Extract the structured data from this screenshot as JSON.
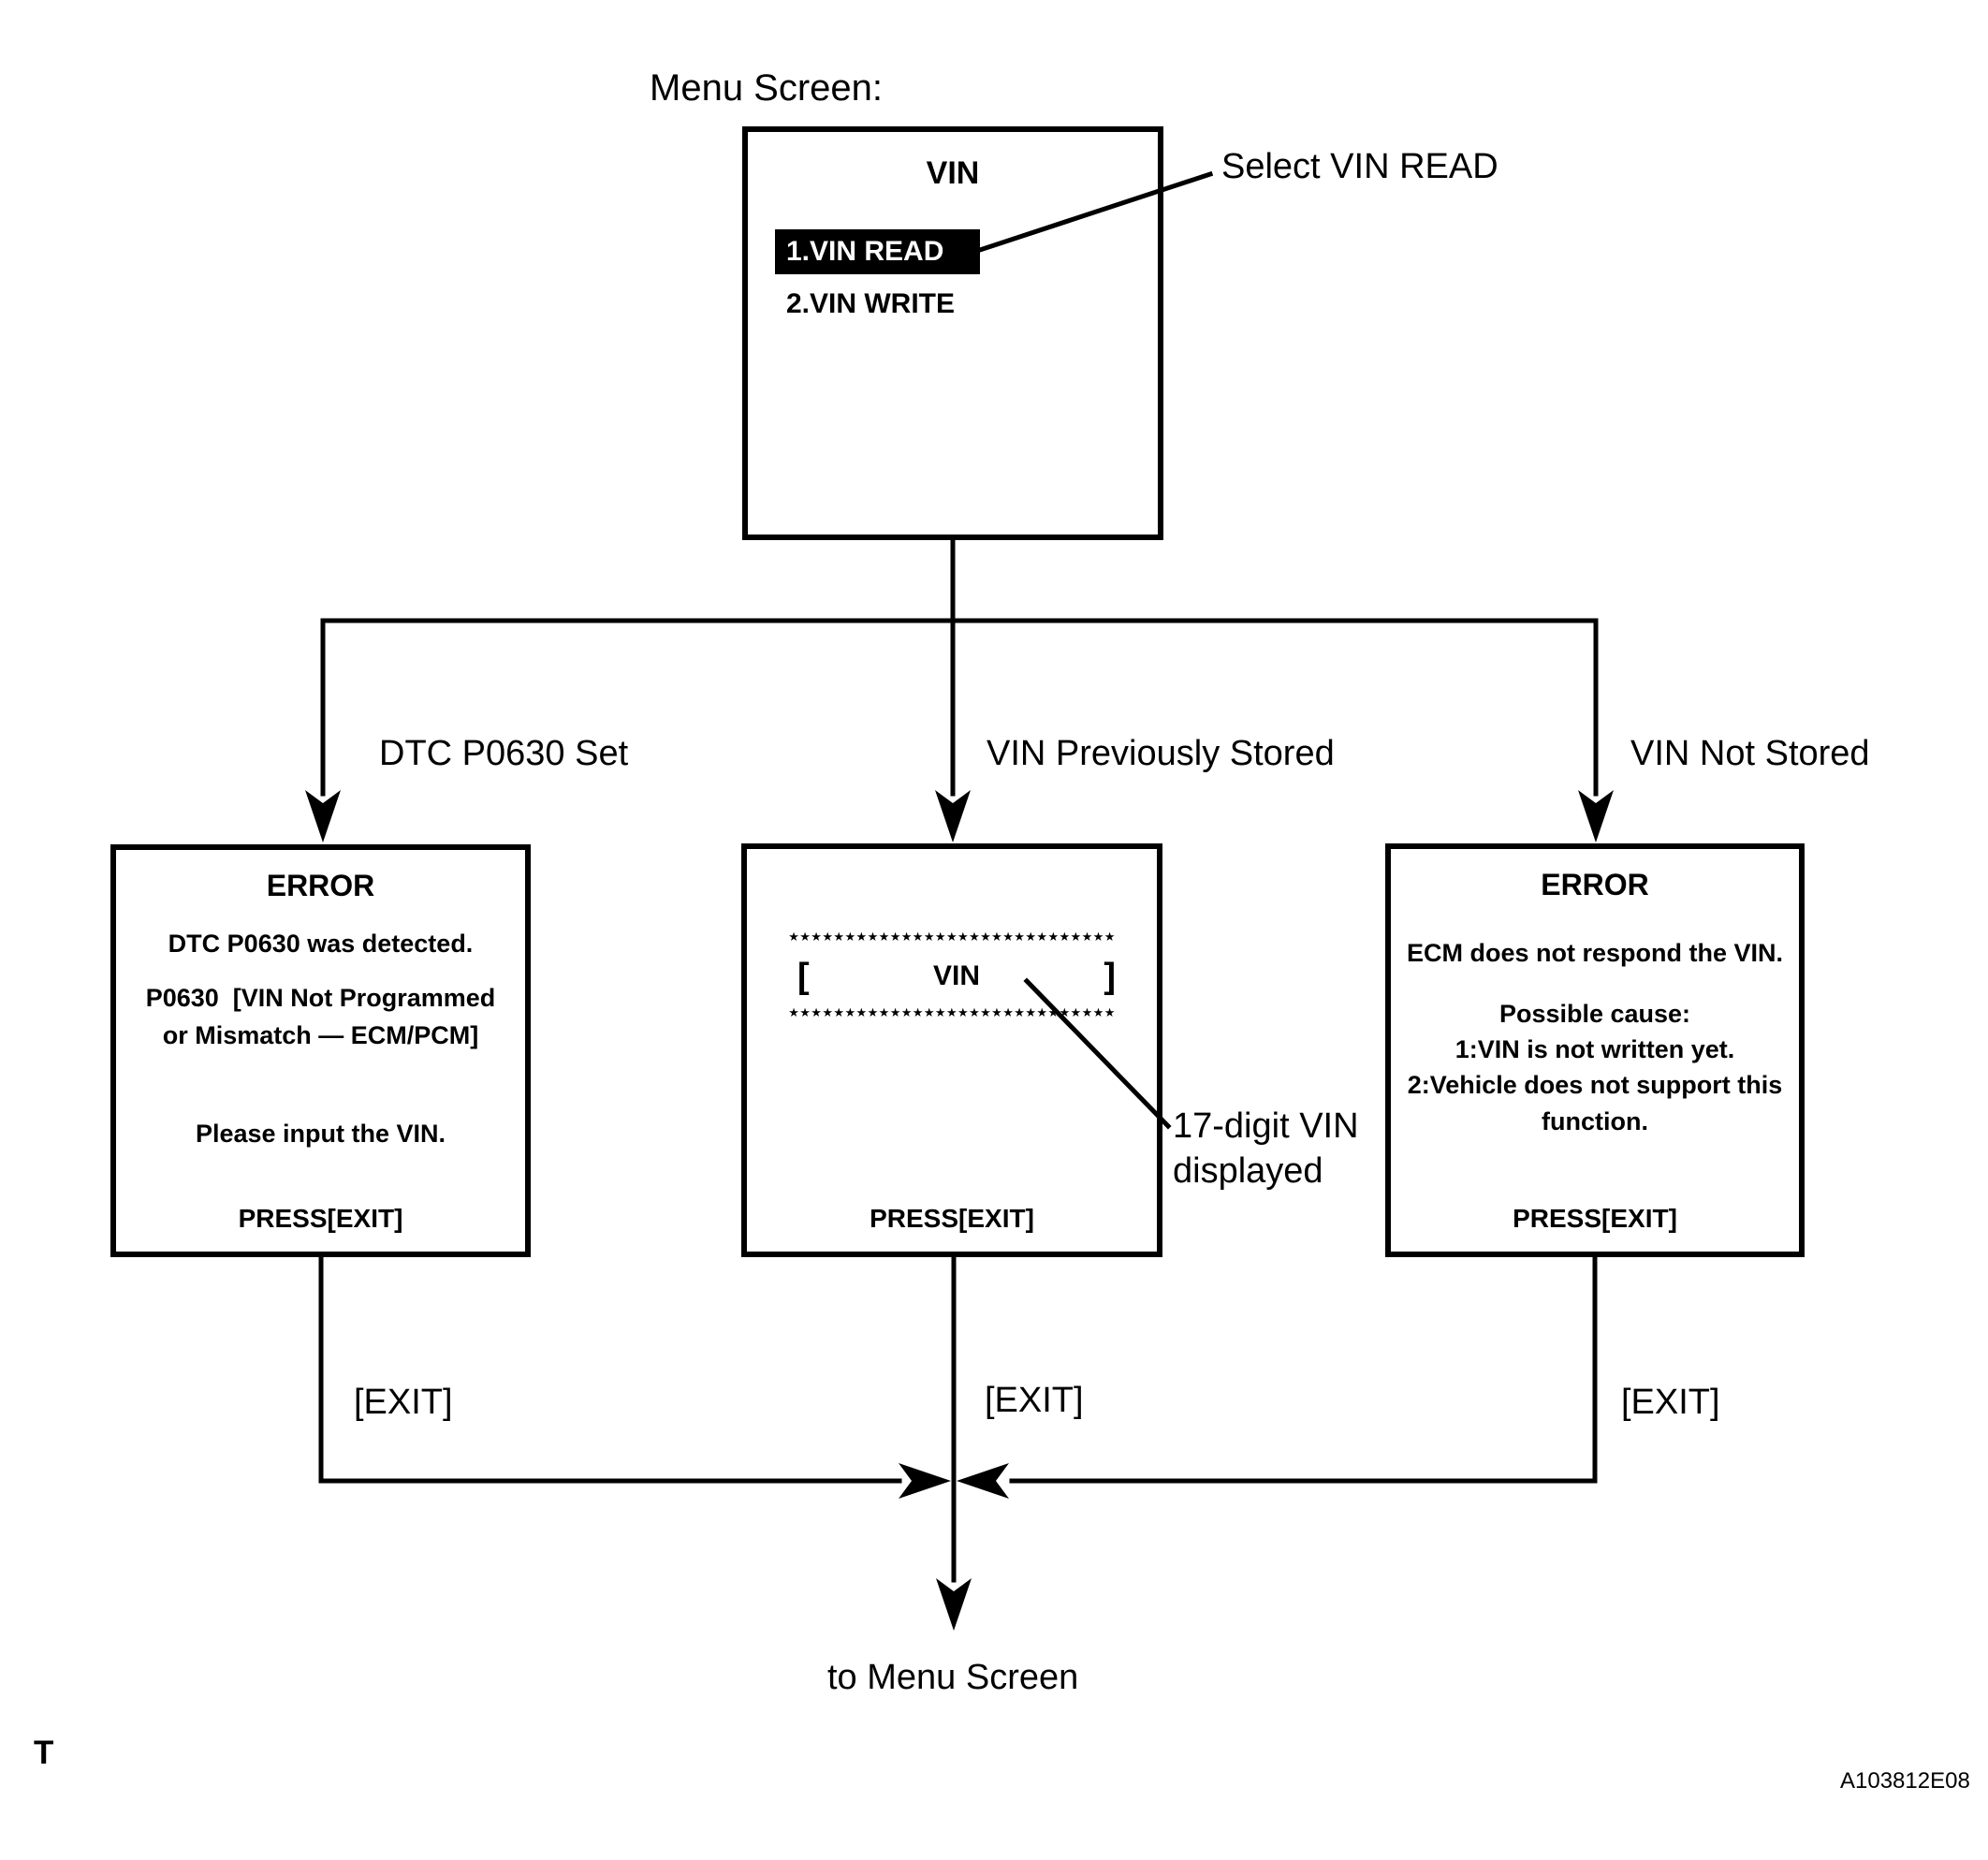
{
  "page": {
    "menu_screen_label": "Menu Screen:",
    "corner_letter": "T",
    "figure_id": "A103812E08",
    "colors": {
      "ink": "#000000",
      "paper": "#ffffff",
      "highlight_bg": "#000000",
      "highlight_text": "#ffffff"
    }
  },
  "menu_screen": {
    "title": "VIN",
    "items": [
      {
        "label": "1.VIN READ",
        "selected": true
      },
      {
        "label": "2.VIN WRITE",
        "selected": false
      }
    ]
  },
  "annotations": {
    "select_vin_read": "Select VIN READ",
    "vin_digits_line1": "17-digit VIN",
    "vin_digits_line2": "displayed",
    "to_menu_screen": "to Menu Screen"
  },
  "branches": {
    "left": {
      "label": "DTC P0630 Set",
      "exit_label": "[EXIT]"
    },
    "middle": {
      "label": "VIN Previously Stored",
      "exit_label": "[EXIT]"
    },
    "right": {
      "label": "VIN Not Stored",
      "exit_label": "[EXIT]"
    }
  },
  "screens": {
    "error_dtc": {
      "title": "ERROR",
      "lines": [
        "DTC P0630 was detected.",
        "P0630  [VIN Not Programmed",
        "or Mismatch — ECM/PCM]",
        "Please input the VIN."
      ],
      "footer": "PRESS[EXIT]"
    },
    "vin_display": {
      "stars": "★★★★★★★★★★★★★★★★★★★★★★★★★★★★★",
      "bracket_open": "[",
      "vin_label": "VIN",
      "bracket_close": "]",
      "footer": "PRESS[EXIT]"
    },
    "error_ecm": {
      "title": "ERROR",
      "lines": [
        "ECM does not respond the VIN.",
        "Possible cause:",
        "1:VIN is not written yet.",
        "2:Vehicle does not support this",
        "function."
      ],
      "footer": "PRESS[EXIT]"
    }
  }
}
